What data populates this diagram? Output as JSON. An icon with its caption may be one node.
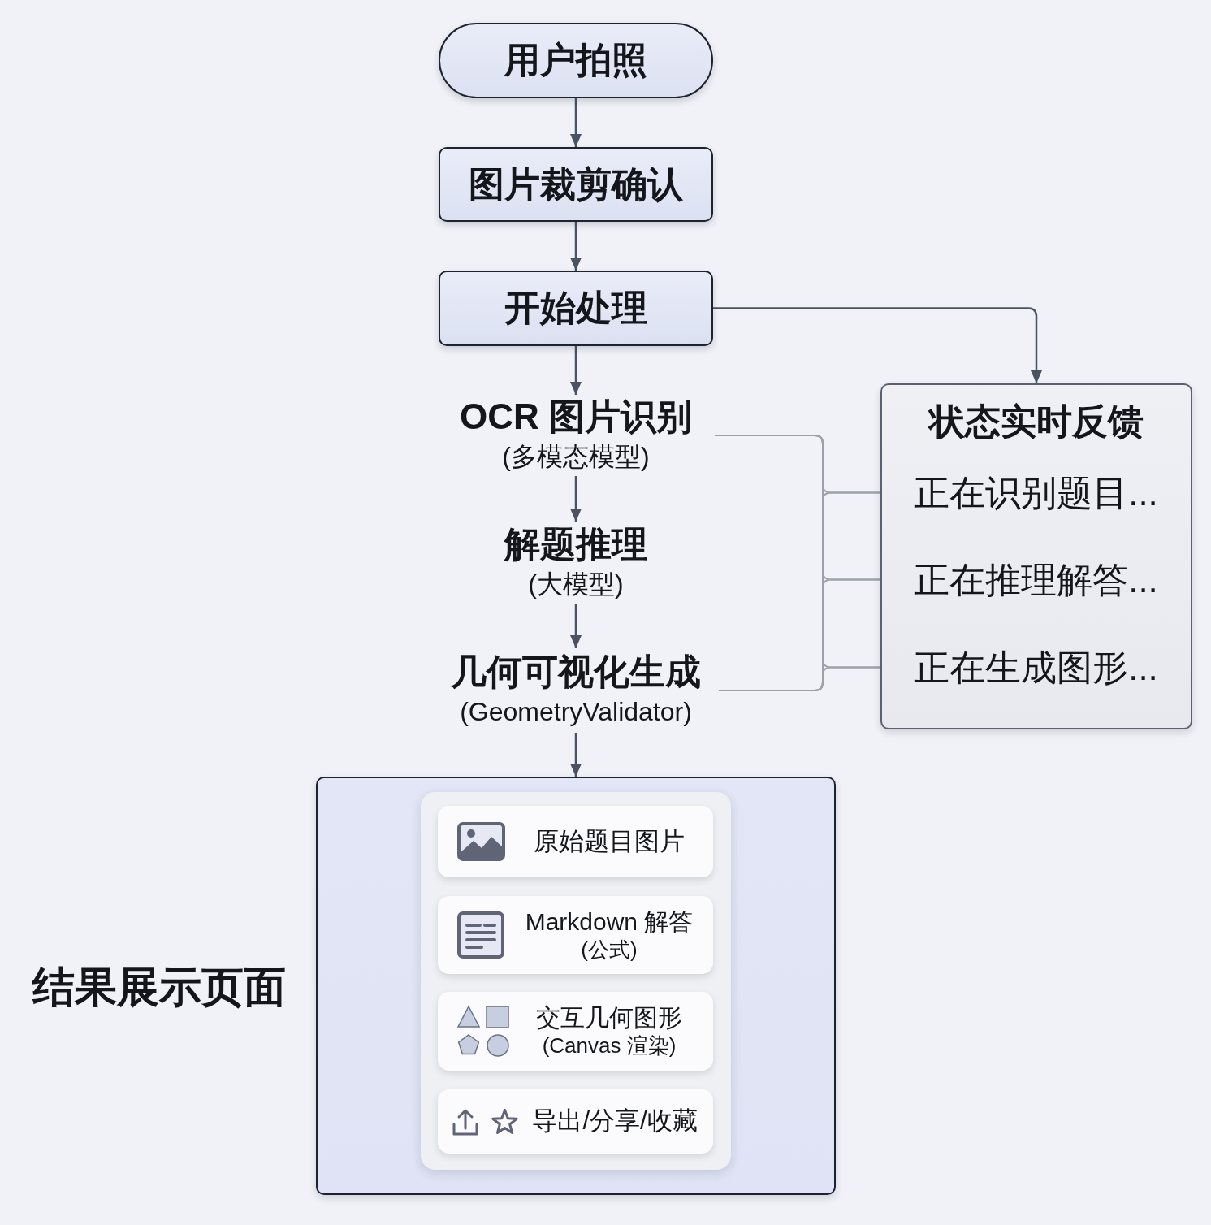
{
  "diagram": {
    "nodes": [
      {
        "text": [
          "用户拍照"
        ]
      },
      {
        "text": [
          "图片裁剪确认"
        ]
      },
      {
        "text": [
          "开始处理"
        ]
      },
      {
        "text": [
          "OCR 图片识别",
          "(多模态模型)"
        ]
      },
      {
        "text": [
          "解题推理",
          "(大模型)"
        ]
      },
      {
        "text": [
          "几何可视化生成",
          "(GeometryValidator)"
        ]
      },
      {
        "text": [
          "状态实时反馈"
        ]
      },
      {
        "text": [
          "正在识别题目..."
        ],
        "in": 6
      },
      {
        "text": [
          "正在推理解答..."
        ],
        "in": 6
      },
      {
        "text": [
          "正在生成图形..."
        ],
        "in": 6
      },
      {
        "text": [
          "结果展示页面"
        ]
      },
      {
        "text": [],
        "shape": "box",
        "in": 10
      },
      {
        "text": [
          "原始题目图片"
        ],
        "in": 11
      },
      {
        "text": [
          "Markdown 解答",
          "(公式)"
        ],
        "in": 11
      },
      {
        "text": [
          "交互几何图形",
          "(Canvas 渲染)"
        ],
        "in": 11
      },
      {
        "text": [
          "导出/分享/收藏"
        ],
        "in": 11
      }
    ],
    "edges": [
      {
        "from": 0,
        "to": 1,
        "arrow": "to"
      },
      {
        "from": 1,
        "to": 2,
        "arrow": "to"
      },
      {
        "from": 2,
        "to": 3,
        "arrow": "to"
      },
      {
        "from": 2,
        "to": 6,
        "arrow": "to"
      },
      {
        "from": 3,
        "to": 4,
        "arrow": "to"
      },
      {
        "from": 4,
        "to": 5,
        "arrow": "to"
      },
      {
        "from": 5,
        "to": 10,
        "arrow": "to"
      },
      {
        "from": 3,
        "to": 7,
        "arrow": "none",
        "color": "#9ca1ab"
      },
      {
        "from": 3,
        "to": 8,
        "arrow": "none",
        "color": "#9ca1ab"
      },
      {
        "from": 3,
        "to": 9,
        "arrow": "none",
        "color": "#9ca1ab"
      },
      {
        "from": 5,
        "to": 7,
        "arrow": "none",
        "color": "#9ca1ab"
      },
      {
        "from": 5,
        "to": 8,
        "arrow": "none",
        "color": "#9ca1ab"
      },
      {
        "from": 5,
        "to": 9,
        "arrow": "none",
        "color": "#9ca1ab"
      }
    ]
  }
}
